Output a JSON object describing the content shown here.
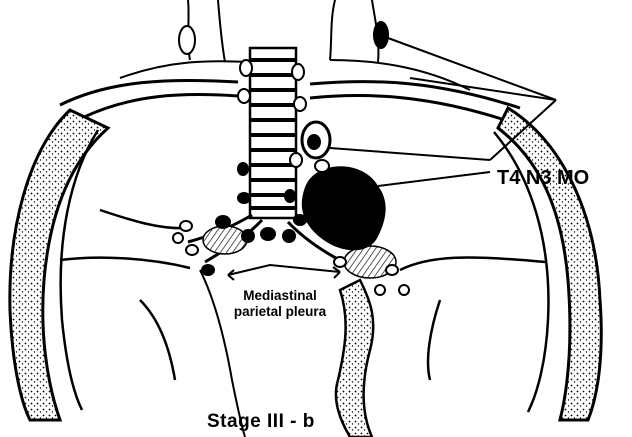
{
  "labels": {
    "staging": "T4 N3 MO",
    "pleura_line1": "Mediastinal",
    "pleura_line2": "parietal pleura",
    "stage": "Stage III - b"
  },
  "colors": {
    "ink": "#000000",
    "paper": "#ffffff"
  }
}
